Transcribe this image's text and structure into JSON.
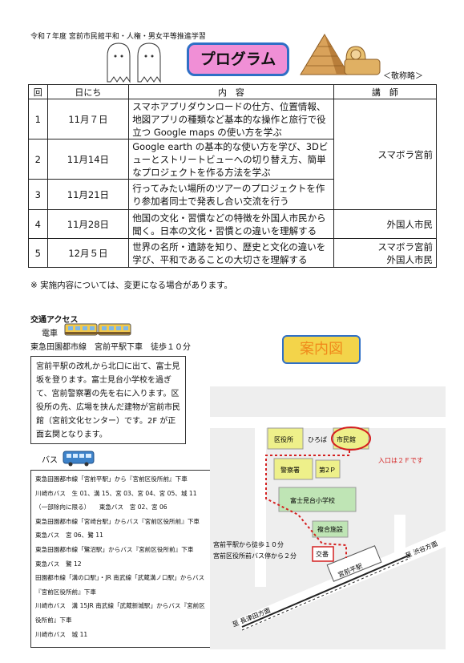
{
  "header": {
    "subtitle": "令和７年度 宮前市民館平和・人権・男女平等推進学習",
    "title": "プログラム",
    "honorific_note": "＜敬称略＞"
  },
  "program_table": {
    "headers": [
      "回",
      "日にち",
      "内　容",
      "講　師"
    ],
    "rows": [
      {
        "no": "1",
        "date": "11月７日",
        "content": "スマホアプリダウンロードの仕方、位置情報、地図アプリの種類など基本的な操作と旅行で役立つ Google maps の使い方を学ぶ",
        "lecturer": ""
      },
      {
        "no": "2",
        "date": "11月14日",
        "content": "Google earth の基本的な使い方を学び、3Dビューとストリートビューへの切り替え方、簡単なプロジェクトを作る方法を学ぶ",
        "lecturer": "スマボラ宮前"
      },
      {
        "no": "3",
        "date": "11月21日",
        "content": "行ってみたい場所のツアーのプロジェクトを作り参加者同士で発表し合い交流を行う",
        "lecturer": ""
      },
      {
        "no": "4",
        "date": "11月28日",
        "content": "他国の文化・習慣などの特徴を外国人市民から聞く。日本の文化・習慣との違いを理解する",
        "lecturer": "外国人市民"
      },
      {
        "no": "5",
        "date": "12月５日",
        "content": "世界の名所・遺跡を知り、歴史と文化の違いを学び、平和であることの大切さを理解する",
        "lecturer": "スマボラ宮前\n外国人市民"
      }
    ]
  },
  "note": "※ 実施内容については、変更になる場合があります。",
  "access": {
    "title": "交通アクセス",
    "train_label": "電車",
    "train_route": "東急田園都市線　宮前平駅下車　徒歩１０分",
    "directions": "宮前平駅の改札から北口に出て、富士見坂を登ります。富士見台小学校を過ぎて、宮前警察署の先を右に入ります。区役所の先、広場を挟んだ建物が宮前市民館（宮前文化センター）です。2F が正面玄関となります。",
    "bus_label": "バス",
    "bus_lines": [
      "東急田園都市線「宮前平駅」から『宮前区役所前』下車",
      "川崎市バス　生 01、溝 15、宮 03、宮 04、宮 05、城 11",
      "（一部除向に限る）　　東急バス　宮 02、宮 06",
      "東急田園都市線「宮崎台駅」からバス『宮前区役所前』下車",
      "東急バス　宮 06、鷺 11",
      "東急田園都市線「鷺沼駅」からバス『宮前区役所前』下車",
      "東急バス　鷺 12",
      "田園都市線「溝の口駅」・JR 南武線「武蔵溝ノ口駅」からバス『宮前区役所前』下車",
      "川崎市バス　溝 15JR 南武線「武蔵新城駅」からバス『宮前区役所前』下車",
      "川崎市バス　城 11"
    ]
  },
  "map": {
    "title": "案内図",
    "labels": {
      "ward_office": "区役所",
      "plaza": "ひろば",
      "civic_hall": "市民館",
      "entrance": "入口は２Ｆです",
      "police": "警察署",
      "second_p": "第2Ｐ",
      "school": "富士見台小学校",
      "complex": "複合施設",
      "koban": "交番",
      "station": "宮前平駅",
      "walk": "宮前平駅から徒歩１０分",
      "bus_stop": "宮前区役所前バス停から２分",
      "to_shibuya": "至 渋谷方面",
      "to_nagatsuta": "至 長津田方面"
    }
  }
}
